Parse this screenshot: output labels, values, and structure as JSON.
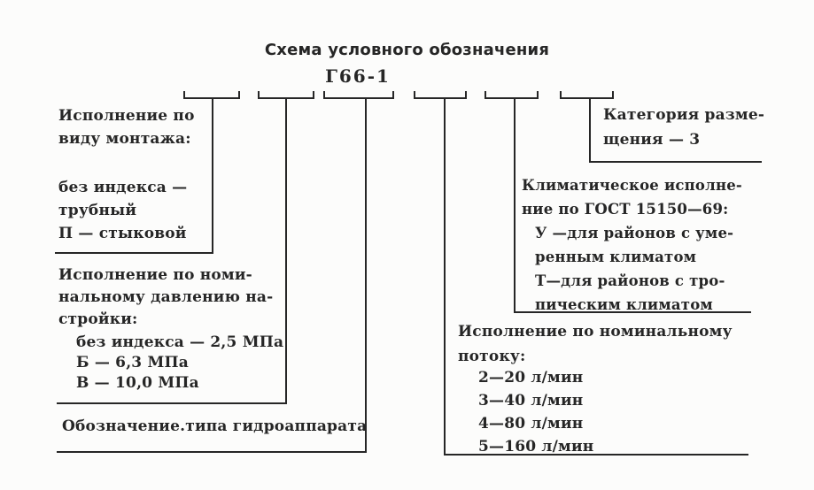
{
  "title": "Схема условного обозначения",
  "designation": "Г66-1",
  "colors": {
    "ink": "#262626",
    "paper": "#fcfcfb"
  },
  "blocks": {
    "mounting": {
      "heading_lines": [
        "Исполнение по",
        "виду монтажа:"
      ],
      "option_lines": [
        "без индекса —",
        "трубный",
        "П — стыковой"
      ]
    },
    "pressure": {
      "heading_lines": [
        "Исполнение по номи-",
        "нальному давлению на-",
        "стройки:"
      ],
      "option_lines": [
        "без индекса — 2,5 МПа",
        "Б — 6,3 МПа",
        "В — 10,0 МПа"
      ]
    },
    "type": {
      "label": "Обозначение.типа гидроаппарата"
    },
    "placement": {
      "lines": [
        "Категория разме-",
        "щения — 3"
      ]
    },
    "climate": {
      "heading_lines": [
        "Климатическое исполне-",
        "ние по ГОСТ 15150—69:"
      ],
      "option_lines": [
        "У —для районов с уме-",
        "ренным климатом",
        "Т—для районов с тро-",
        "пическим климатом"
      ]
    },
    "flow": {
      "heading_lines": [
        "Исполнение по номинальному",
        "потоку:"
      ],
      "option_lines": [
        "2—20 л/мин",
        "3—40 л/мин",
        "4—80 л/мин",
        "5—160 л/мин"
      ]
    }
  }
}
